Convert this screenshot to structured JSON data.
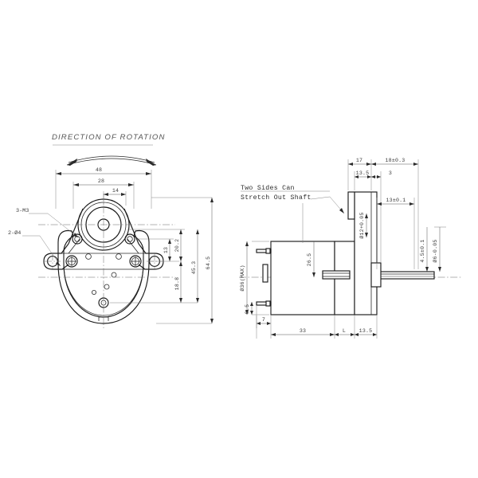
{
  "drawing": {
    "title": "DIRECTION OF ROTATION",
    "note": {
      "line1": "Two Sides Can",
      "line2": "Stretch Out Shaft"
    },
    "left_view": {
      "name": "front-view-gearbox-plate",
      "horizontal_dims": [
        "48",
        "28",
        "14"
      ],
      "vertical_dims": [
        "13",
        "20.2",
        "18.8",
        "45.3",
        "64.5"
      ],
      "callouts": [
        "3-M3",
        "2-Ø4"
      ]
    },
    "right_view": {
      "name": "side-view-motor-assembly",
      "top_dims": [
        "17",
        "18±0.3",
        "13.5",
        "3",
        "13±0.1"
      ],
      "bottom_dims": [
        "0.5",
        "7",
        "33",
        "L",
        "13.5"
      ],
      "body_dims": [
        "26.5"
      ],
      "diameter_labels": [
        "Ø36(MAX)",
        "Ø12+0.05",
        "4.5±0.1",
        "Ø6-0.05"
      ]
    }
  }
}
